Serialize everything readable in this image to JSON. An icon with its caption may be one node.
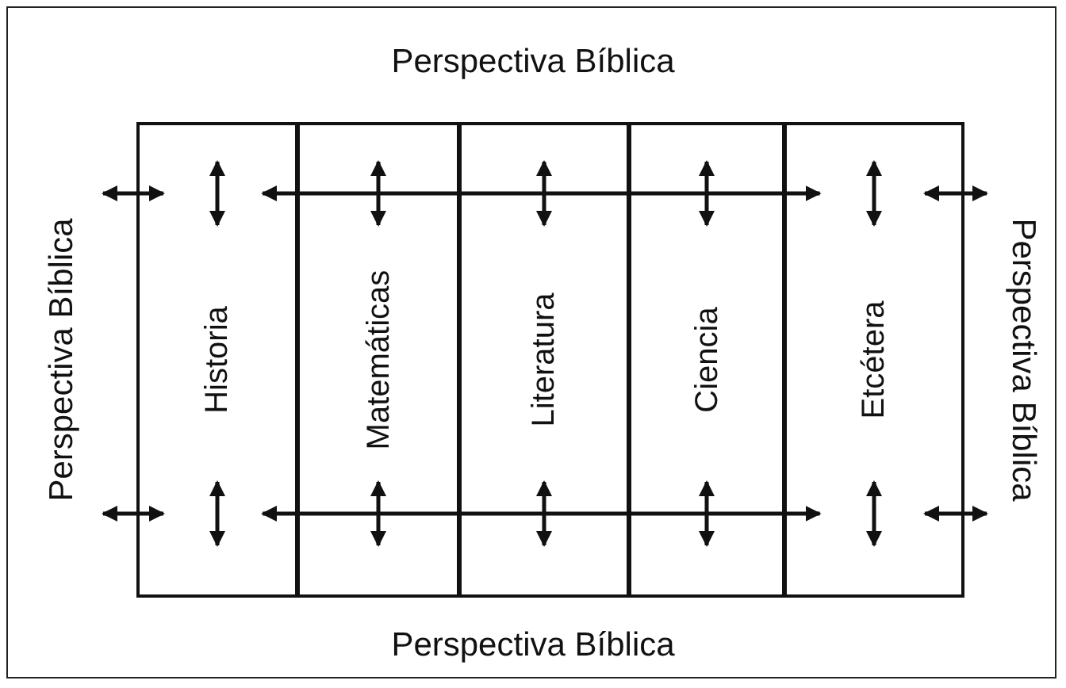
{
  "diagram": {
    "nodes": [
      {
        "text": [
          "Perspectiva Bíblica",
          "Perspectiva Bíblica",
          "Perspectiva Bíblica",
          "Perspectiva Bíblica"
        ]
      },
      {
        "text": [
          "Historia"
        ],
        "in": 0
      },
      {
        "text": [
          "Matemáticas"
        ],
        "in": 0
      },
      {
        "text": [
          "Literatura"
        ],
        "in": 0
      },
      {
        "text": [
          "Ciencia"
        ],
        "in": 0
      },
      {
        "text": [
          "Etcétera"
        ],
        "in": 0
      }
    ],
    "edges": [
      {
        "from": 2,
        "to": 1,
        "arrow": "to"
      },
      {
        "from": 2,
        "to": 3,
        "arrow": "none"
      },
      {
        "from": 3,
        "to": 4,
        "arrow": "none"
      },
      {
        "from": 4,
        "to": 5,
        "arrow": "to"
      },
      {
        "from": 2,
        "to": 1,
        "arrow": "to"
      },
      {
        "from": 2,
        "to": 3,
        "arrow": "none"
      },
      {
        "from": 3,
        "to": 4,
        "arrow": "none"
      },
      {
        "from": 4,
        "to": 5,
        "arrow": "to"
      }
    ]
  }
}
